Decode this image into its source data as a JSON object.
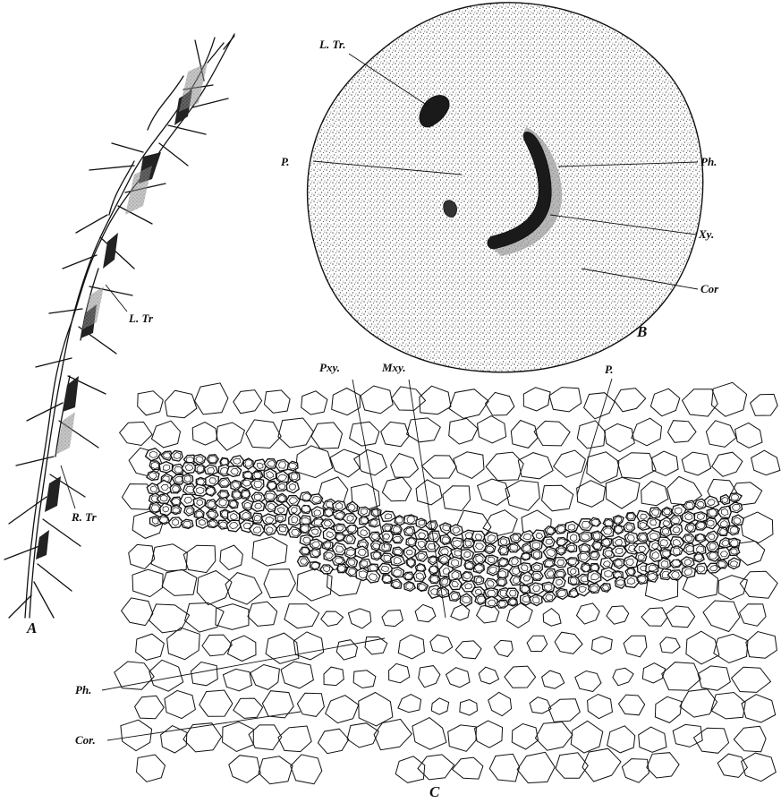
{
  "panels": {
    "a": {
      "letter": "A",
      "labels": {
        "lateral_trace": "L. Tr",
        "root_trace": "R. Tr"
      }
    },
    "b": {
      "letter": "B",
      "labels": {
        "leaf_trace": "L. Tr.",
        "pith": "P.",
        "phloem": "Ph.",
        "xylem": "Xy.",
        "cortex": "Cor"
      }
    },
    "c": {
      "letter": "C",
      "labels": {
        "protoxylem": "Pxy.",
        "metaxylem": "Mxy.",
        "pith": "P.",
        "phloem": "Ph.",
        "cortex": "Cor."
      }
    }
  },
  "colors": {
    "ink": "#111111",
    "paper": "#ffffff",
    "stipple": "#bdbdbd"
  }
}
